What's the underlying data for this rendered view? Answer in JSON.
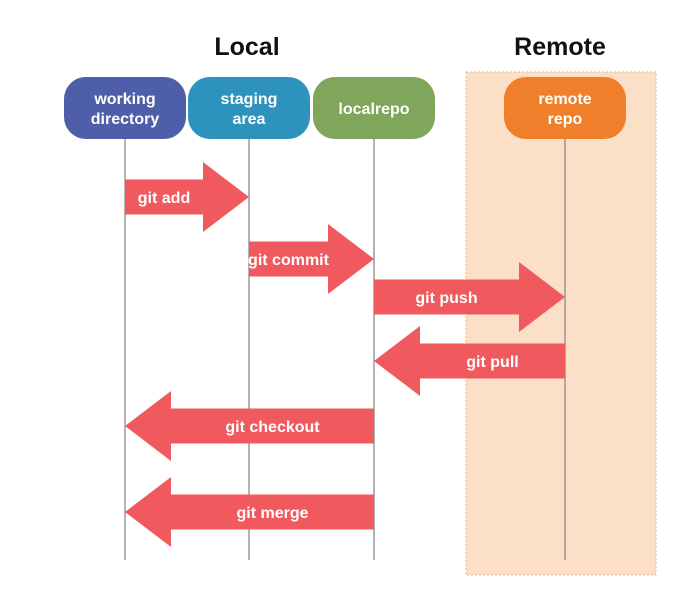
{
  "headers": {
    "local": "Local",
    "remote": "Remote"
  },
  "colors": {
    "working_directory": "#4f5ea8",
    "staging_area": "#2d93bd",
    "localrepo": "#7fa65a",
    "remote_repo": "#ef7f2a",
    "arrow": "#f05a5e",
    "remote_zone": "#fbdfc6",
    "lifeline": "#8a8a8a"
  },
  "nodes": [
    {
      "id": "working_directory",
      "lines": [
        "working",
        "directory"
      ]
    },
    {
      "id": "staging_area",
      "lines": [
        "staging",
        "area"
      ]
    },
    {
      "id": "localrepo",
      "lines": [
        "localrepo"
      ]
    },
    {
      "id": "remote_repo",
      "lines": [
        "remote",
        "repo"
      ]
    }
  ],
  "commands": [
    {
      "label": "git add",
      "from": "working_directory",
      "to": "staging_area"
    },
    {
      "label": "git commit",
      "from": "staging_area",
      "to": "localrepo"
    },
    {
      "label": "git push",
      "from": "localrepo",
      "to": "remote_repo"
    },
    {
      "label": "git pull",
      "from": "remote_repo",
      "to": "localrepo"
    },
    {
      "label": "git checkout",
      "from": "localrepo",
      "to": "working_directory"
    },
    {
      "label": "git merge",
      "from": "localrepo",
      "to": "working_directory"
    }
  ]
}
